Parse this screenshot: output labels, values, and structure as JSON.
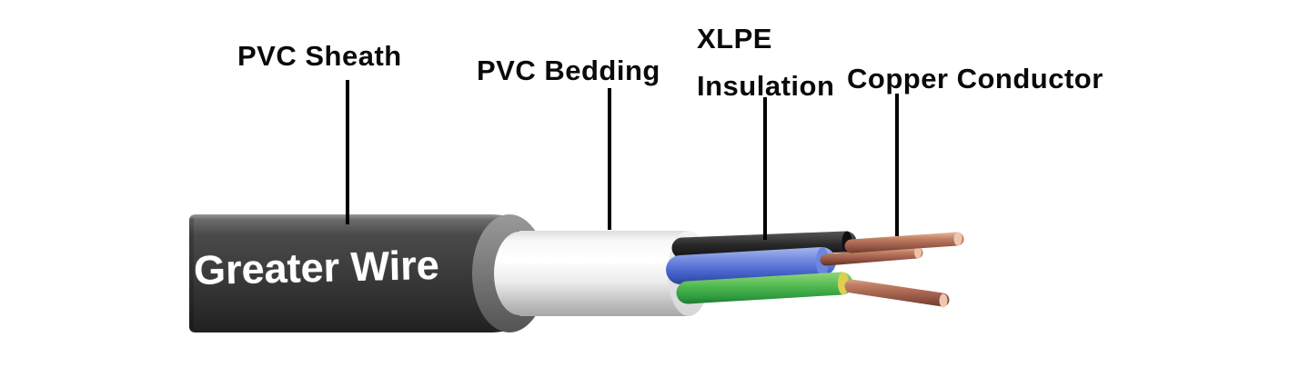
{
  "diagram": {
    "brand": "Greater Wire",
    "callouts": [
      {
        "id": "pvc-sheath",
        "lines": [
          "PVC Sheath"
        ]
      },
      {
        "id": "pvc-bedding",
        "lines": [
          "PVC Bedding"
        ]
      },
      {
        "id": "xlpe-insulation",
        "lines": [
          "XLPE",
          "Insulation"
        ]
      },
      {
        "id": "copper-conductor",
        "lines": [
          "Copper Conductor"
        ]
      }
    ],
    "colors": {
      "background": "#ffffff",
      "label_text": "#0a0a0a",
      "leader_line": "#000000",
      "brand_text": "#ffffff",
      "sheath": "#3d3d3d",
      "sheath_cut_face": "#7e7e7e",
      "bedding": "#efefef",
      "wire_black": "#262626",
      "wire_blue": "#5c78d8",
      "wire_green": "#4db64f",
      "earth_ring_yellow": "#dcd14f",
      "copper": "#a2604e"
    }
  }
}
